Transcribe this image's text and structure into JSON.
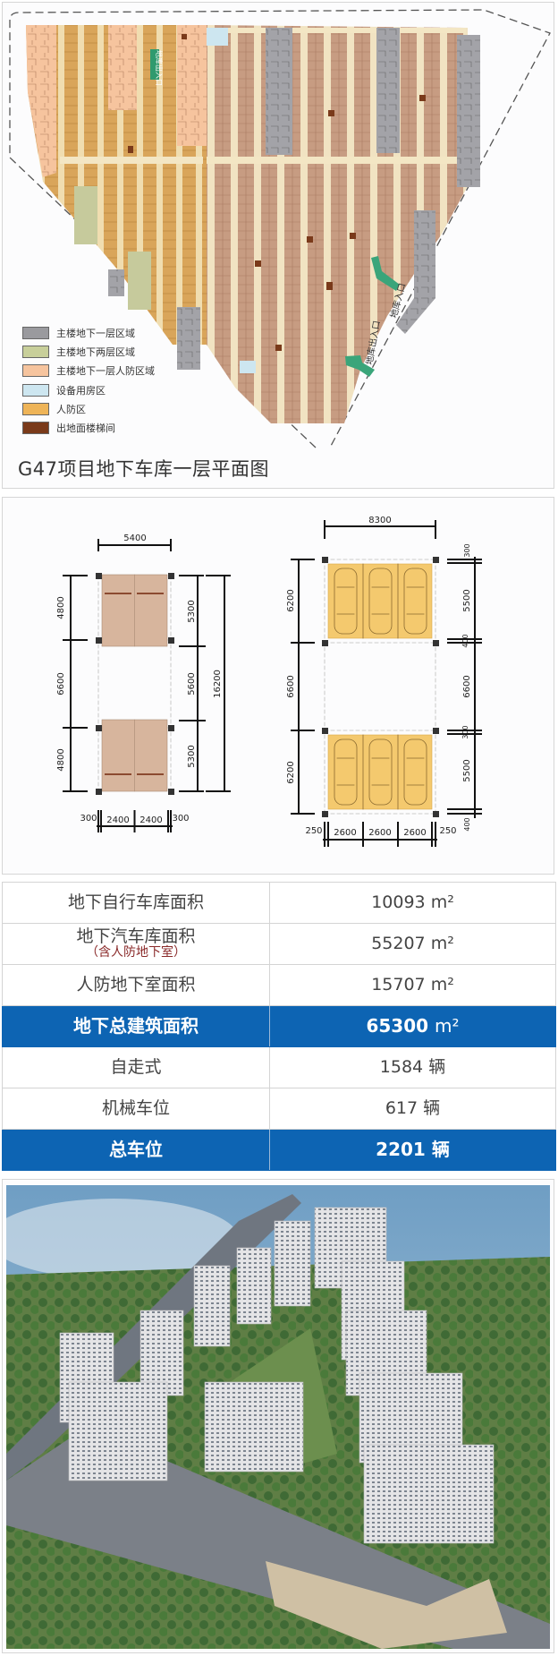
{
  "floorplan": {
    "caption": "G47项目地下车库一层平面图",
    "labels": {
      "entrance": "地库入口",
      "entrance_exit": "地库出入口",
      "top_ramp": "地库出入口"
    },
    "legend": [
      {
        "label": "主楼地下一层区域",
        "color": "#9a9a9e"
      },
      {
        "label": "主楼地下两层区域",
        "color": "#c8cf9a"
      },
      {
        "label": "主楼地下一层人防区域",
        "color": "#f6c49e"
      },
      {
        "label": "设备用房区",
        "color": "#cde6f0"
      },
      {
        "label": "人防区",
        "color": "#eeb458"
      },
      {
        "label": "出地面楼梯间",
        "color": "#7a3a1a"
      }
    ]
  },
  "diagrams": {
    "left": {
      "top": "5400",
      "left": [
        "4800",
        "6600",
        "4800"
      ],
      "right": [
        "5300",
        "5600",
        "5300"
      ],
      "outer": "16200",
      "bottom": [
        "300",
        "2400",
        "2400",
        "300"
      ]
    },
    "right": {
      "top": "8300",
      "left": [
        "6200",
        "6600",
        "6200"
      ],
      "right": [
        "300",
        "5500",
        "400",
        "6600",
        "300",
        "5500",
        "400"
      ],
      "bottom": [
        "250",
        "2600",
        "2600",
        "2600",
        "250"
      ]
    }
  },
  "table": {
    "rows": [
      {
        "label": "地下自行车库面积",
        "value": "10093",
        "unit": "m²"
      },
      {
        "label": "地下汽车库面积",
        "sub": "（含人防地下室）",
        "value": "55207",
        "unit": "m²"
      },
      {
        "label": "人防地下室面积",
        "value": "15707",
        "unit": "m²"
      },
      {
        "label": "地下总建筑面积",
        "value": "65300",
        "unit": "m²",
        "highlight": true
      },
      {
        "label": "自走式",
        "value": "1584",
        "unit": "辆"
      },
      {
        "label": "机械车位",
        "value": "617",
        "unit": "辆"
      },
      {
        "label": "总车位",
        "value": "2201",
        "unit": "辆",
        "highlight": true
      }
    ],
    "highlight_color": "#0d64b3"
  },
  "render": {
    "description_icon": "aerial-rendering-image"
  }
}
